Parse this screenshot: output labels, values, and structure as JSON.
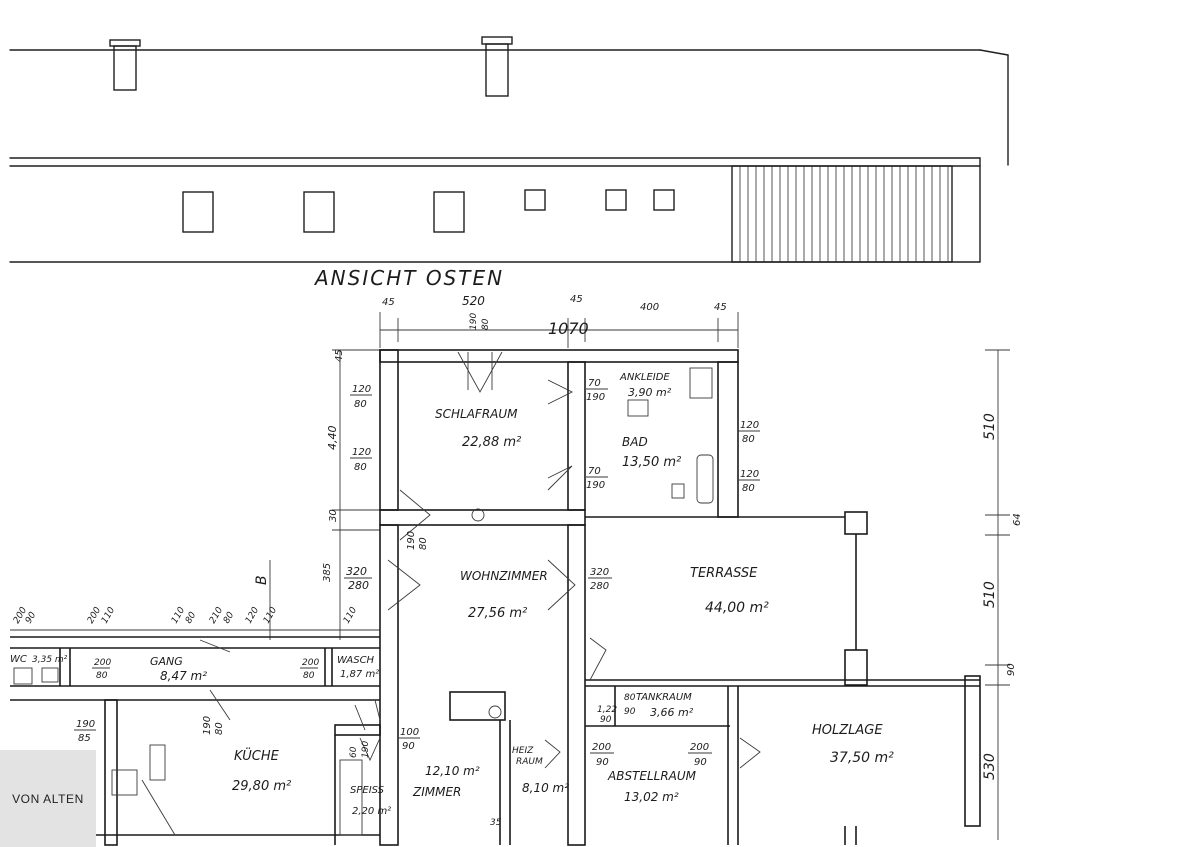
{
  "elevation": {
    "title": "ANSICHT OSTEN"
  },
  "dimensions": {
    "top": [
      "45",
      "520",
      "45",
      "400",
      "45"
    ],
    "total": "1070",
    "left_a": "45",
    "left_b": "4,40",
    "left_c": "30",
    "left_d": "385",
    "right_a": "510",
    "right_b": "64",
    "right_c": "510",
    "right_d": "90",
    "right_e": "530",
    "gang_top": [
      "200",
      "90",
      "200",
      "110",
      "110",
      "80",
      "210",
      "80",
      "120",
      "110",
      "110"
    ],
    "b_marker": "B"
  },
  "rooms": {
    "schlafraum": {
      "name": "SCHLAFRAUM",
      "area": "22,88 m²"
    },
    "ankleide": {
      "name": "ANKLEIDE",
      "area": "3,90 m²"
    },
    "bad": {
      "name": "BAD",
      "area": "13,50 m²"
    },
    "wohnzimmer": {
      "name": "WOHNZIMMER",
      "area": "27,56 m²"
    },
    "terrasse": {
      "name": "TERRASSE",
      "area": "44,00 m²"
    },
    "wc": {
      "name": "WC",
      "area": "3,35 m²"
    },
    "gang": {
      "name": "GANG",
      "area": "8,47 m²"
    },
    "wasch": {
      "name": "WASCH",
      "area": "1,87 m²"
    },
    "tankraum": {
      "name": "TANKRAUM",
      "area": "3,66 m²"
    },
    "holzlage": {
      "name": "HOLZLAGE",
      "area": "37,50 m²"
    },
    "kueche": {
      "name": "KÜCHE",
      "area": "29,80 m²"
    },
    "speiss": {
      "name": "SPEISS",
      "area": "2,20 m²"
    },
    "zimmer": {
      "name": "ZIMMER",
      "area": "12,10 m²"
    },
    "heizraum": {
      "name1": "HEIZ",
      "name2": "RAUM",
      "area": "8,10 m²"
    },
    "abstellraum": {
      "name": "ABSTELLRAUM",
      "area": "13,02 m²"
    }
  },
  "openings": {
    "w1": {
      "a": "120",
      "b": "80"
    },
    "w2": {
      "a": "120",
      "b": "80"
    },
    "d_ankleide": {
      "a": "70",
      "b": "190"
    },
    "d_bad": {
      "a": "70",
      "b": "190"
    },
    "w_bad1": {
      "a": "120",
      "b": "80"
    },
    "w_bad2": {
      "a": "120",
      "b": "80"
    },
    "w_top": {
      "a": "190",
      "b": "80"
    },
    "d_wohn_l": {
      "a": "320",
      "b": "280"
    },
    "d_wohn_r": {
      "a": "320",
      "b": "280"
    },
    "d_hall": {
      "a": "190",
      "b": "80"
    },
    "d_wc": {
      "a": "200",
      "b": "80"
    },
    "d_wasch": {
      "a": "200",
      "b": "80"
    },
    "d_kueche_l": {
      "a": "190",
      "b": "85"
    },
    "d_kueche": {
      "a": "190",
      "b": "80"
    },
    "d_zimmer": {
      "a": "100",
      "b": "90"
    },
    "d_speiss": {
      "a": "60",
      "b": "190"
    },
    "d_tank": {
      "a": "1,22",
      "b": "90"
    },
    "d_tank2": {
      "a": "80",
      "b": "90"
    },
    "d_abst_l": {
      "a": "200",
      "b": "90"
    },
    "d_abst_r": {
      "a": "200",
      "b": "90"
    },
    "misc": "35"
  },
  "brand": {
    "name": "VON ALTEN"
  }
}
